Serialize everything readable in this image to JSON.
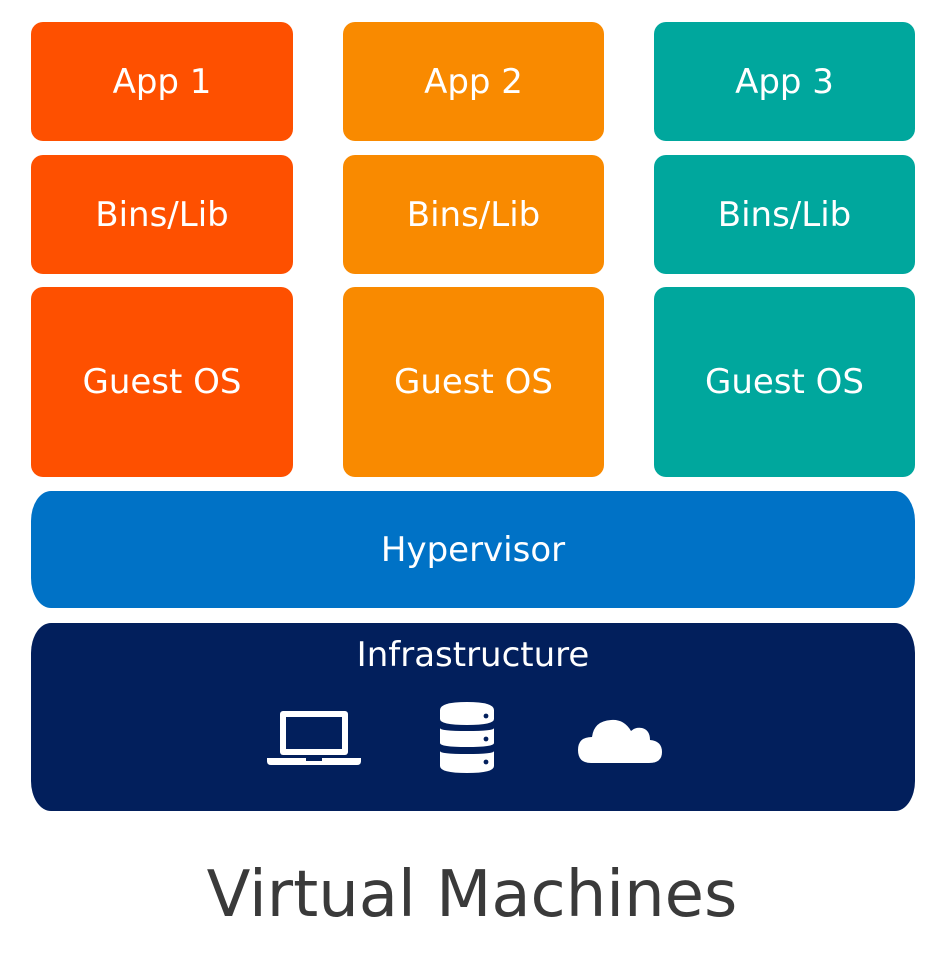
{
  "colors": {
    "app1": "#fe5000",
    "app2": "#f98a00",
    "app3": "#00a79d",
    "hypervisor": "#0072c6",
    "infrastructure": "#021f5c",
    "title": "#3a3a3a"
  },
  "stacks": [
    {
      "app": "App 1",
      "bins": "Bins/Lib",
      "os": "Guest OS"
    },
    {
      "app": "App 2",
      "bins": "Bins/Lib",
      "os": "Guest OS"
    },
    {
      "app": "App 3",
      "bins": "Bins/Lib",
      "os": "Guest OS"
    }
  ],
  "hypervisor": {
    "label": "Hypervisor"
  },
  "infrastructure": {
    "label": "Infrastructure",
    "icons": [
      "laptop-icon",
      "database-icon",
      "cloud-icon"
    ]
  },
  "title": "Virtual Machines"
}
